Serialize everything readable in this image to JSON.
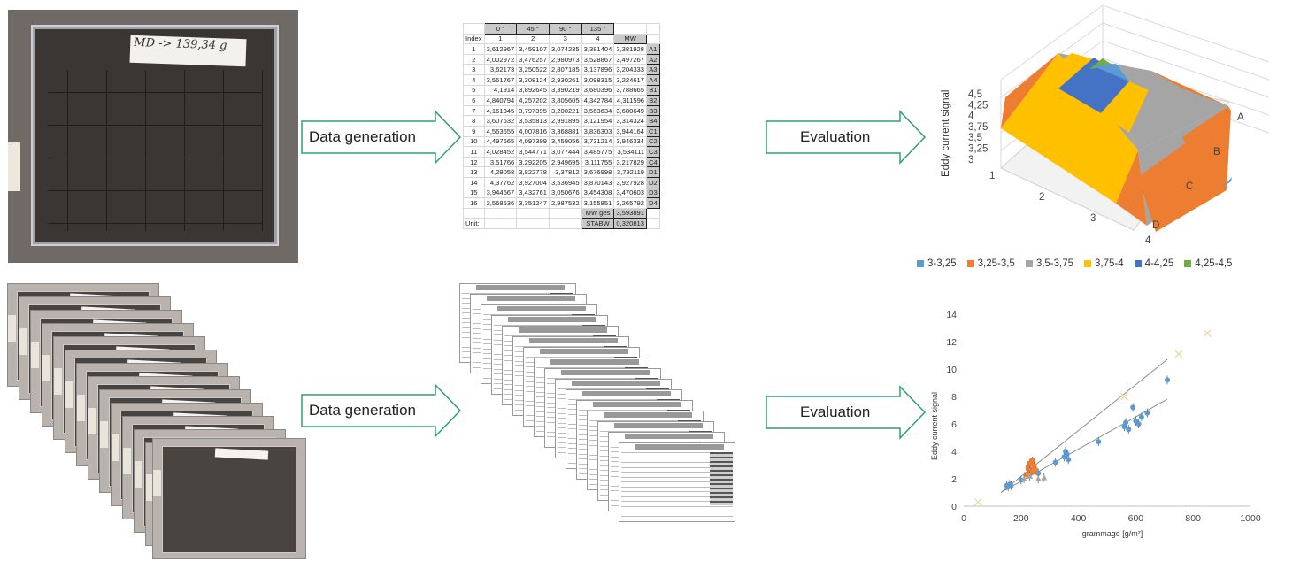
{
  "photo_top": {
    "label": "MD -> 139,34 g"
  },
  "arrows": {
    "data_gen_top": "Data generation",
    "eval_top": "Evaluation",
    "data_gen_bottom": "Data generation",
    "eval_bottom": "Evaluation"
  },
  "sheet": {
    "angle_headers": [
      "0 °",
      "45 °",
      "90 °",
      "135 °"
    ],
    "index_label": "Index",
    "col_numbers": [
      "1",
      "2",
      "3",
      "4"
    ],
    "mw_label": "MW",
    "rows": [
      [
        "1",
        "3,612967",
        "3,459107",
        "3,074235",
        "3,381404",
        "3,381928",
        "A1"
      ],
      [
        "2",
        "4,002972",
        "3,476257",
        "2,980973",
        "3,528867",
        "3,497267",
        "A2"
      ],
      [
        "3",
        "3,62173",
        "3,250522",
        "2,807185",
        "3,137896",
        "3,204333",
        "A3"
      ],
      [
        "4",
        "3,561767",
        "3,308124",
        "2,930261",
        "3,098315",
        "3,224617",
        "A4"
      ],
      [
        "5",
        "4,1914",
        "3,892645",
        "3,390219",
        "3,680396",
        "3,788665",
        "B1"
      ],
      [
        "6",
        "4,840794",
        "4,257202",
        "3,805605",
        "4,342784",
        "4,311596",
        "B2"
      ],
      [
        "7",
        "4,161345",
        "3,797395",
        "3,200221",
        "3,563634",
        "3,680649",
        "B3"
      ],
      [
        "8",
        "3,607632",
        "3,535813",
        "2,991895",
        "3,121954",
        "3,314324",
        "B4"
      ],
      [
        "9",
        "4,563655",
        "4,007816",
        "3,368881",
        "3,836303",
        "3,944164",
        "C1"
      ],
      [
        "10",
        "4,497665",
        "4,097399",
        "3,459056",
        "3,731214",
        "3,946334",
        "C2"
      ],
      [
        "11",
        "4,028452",
        "3,544771",
        "3,077444",
        "3,485775",
        "3,534111",
        "C3"
      ],
      [
        "12",
        "3,51766",
        "3,292205",
        "2,949695",
        "3,111755",
        "3,217829",
        "C4"
      ],
      [
        "13",
        "4,29058",
        "3,822778",
        "3,37812",
        "3,676998",
        "3,792119",
        "D1"
      ],
      [
        "14",
        "4,37762",
        "3,927004",
        "3,536945",
        "3,870143",
        "3,927928",
        "D2"
      ],
      [
        "15",
        "3,944667",
        "3,432761",
        "3,050676",
        "3,454308",
        "3,470603",
        "D3"
      ],
      [
        "16",
        "3,568536",
        "3,351247",
        "2,987532",
        "3,155851",
        "3,265792",
        "D4"
      ]
    ],
    "mw_ges_label": "MW ges",
    "mw_ges_value": "3,593891",
    "unit_label": "Unit:",
    "stabw_label": "STABW",
    "stabw_value": "0,320813"
  },
  "surface_chart": {
    "z_label": "Eddy current signal",
    "z_ticks": [
      "4,5",
      "4,25",
      "4",
      "3,75",
      "3,5",
      "3,25",
      "3"
    ],
    "x_ticks": [
      "1",
      "2",
      "3",
      "4"
    ],
    "y_ticks": [
      "A",
      "B",
      "C",
      "D"
    ],
    "legend": [
      {
        "label": "3-3,25",
        "color": "#5b9bd5"
      },
      {
        "label": "3,25-3,5",
        "color": "#ed7d31"
      },
      {
        "label": "3,5-3,75",
        "color": "#a5a5a5"
      },
      {
        "label": "3,75-4",
        "color": "#ffc000"
      },
      {
        "label": "4-4,25",
        "color": "#4472c4"
      },
      {
        "label": "4,25-4,5",
        "color": "#70ad47"
      }
    ]
  },
  "chart_data": {
    "type": "scatter",
    "xlabel": "grammage [g/m²]",
    "ylabel": "Eddy current signal",
    "xlim": [
      0,
      1000
    ],
    "ylim": [
      0,
      14
    ],
    "x_ticks": [
      0,
      200,
      400,
      600,
      800,
      1000
    ],
    "y_ticks": [
      0,
      2,
      4,
      6,
      8,
      10,
      12,
      14
    ],
    "colors": {
      "blue": "#5b9bd5",
      "orange": "#ed7d31",
      "gray": "#a5a5a5",
      "cross": "#e8d9a0",
      "line": "#8c8c8c"
    },
    "series": [
      {
        "marker": "circle",
        "color": "blue",
        "points": [
          [
            150,
            1.5
          ],
          [
            155,
            1.4
          ],
          [
            160,
            1.6
          ],
          [
            165,
            1.5
          ],
          [
            200,
            1.9
          ],
          [
            260,
            2.4
          ],
          [
            320,
            3.2
          ],
          [
            350,
            3.6
          ],
          [
            355,
            4.0
          ],
          [
            360,
            3.8
          ],
          [
            365,
            3.4
          ],
          [
            470,
            4.7
          ],
          [
            560,
            5.8
          ],
          [
            565,
            6.1
          ],
          [
            575,
            5.6
          ],
          [
            590,
            7.2
          ],
          [
            600,
            6.2
          ],
          [
            610,
            6.0
          ],
          [
            620,
            6.5
          ],
          [
            640,
            6.8
          ],
          [
            710,
            9.2
          ]
        ]
      },
      {
        "marker": "square",
        "color": "orange",
        "points": [
          [
            220,
            2.3
          ],
          [
            225,
            2.8
          ],
          [
            230,
            3.1
          ],
          [
            235,
            2.5
          ],
          [
            240,
            3.3
          ],
          [
            245,
            2.9
          ],
          [
            250,
            2.6
          ]
        ]
      },
      {
        "marker": "triangle",
        "color": "gray",
        "points": [
          [
            210,
            2.0
          ],
          [
            230,
            2.2
          ],
          [
            260,
            2.0
          ],
          [
            280,
            2.1
          ]
        ]
      },
      {
        "marker": "cross",
        "color": "cross",
        "points": [
          [
            50,
            0.3
          ],
          [
            560,
            8.0
          ],
          [
            750,
            11.1
          ],
          [
            850,
            12.6
          ]
        ]
      }
    ],
    "lines": [
      {
        "from": [
          130,
          1.0
        ],
        "to": [
          710,
          10.7
        ]
      },
      {
        "from": [
          130,
          1.0
        ],
        "to": [
          710,
          7.8
        ]
      }
    ]
  }
}
